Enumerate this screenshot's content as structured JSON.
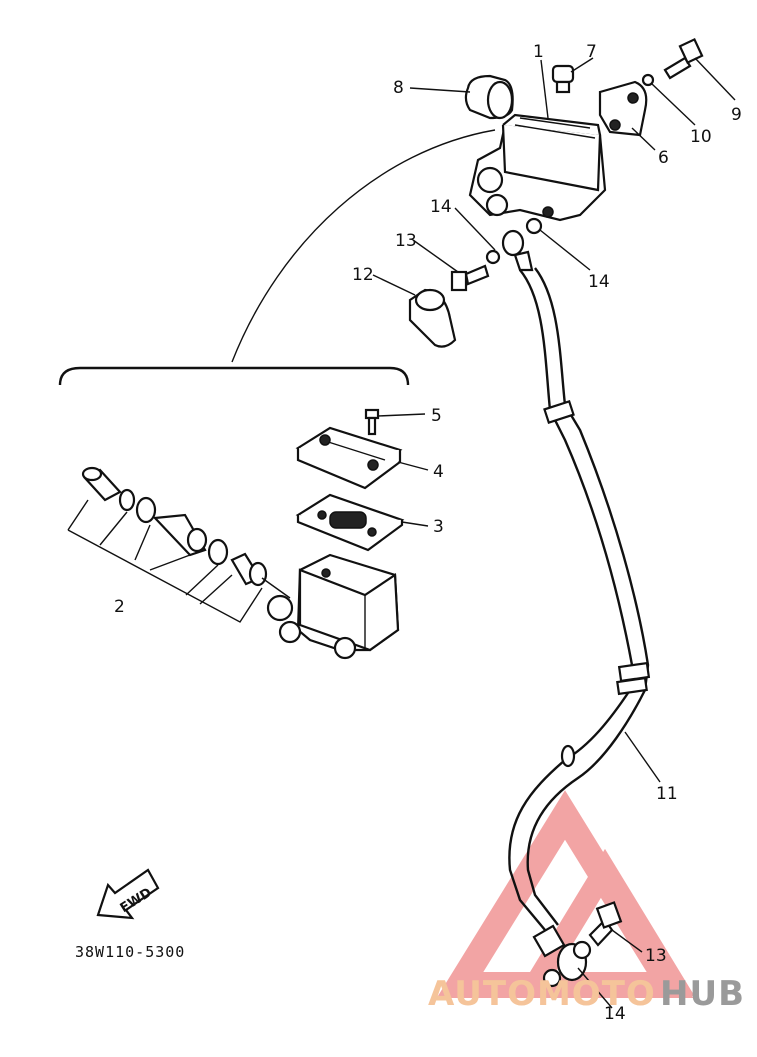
{
  "diagram": {
    "part_code": "38W110-5300",
    "fwd_label": "FWD",
    "callouts": [
      "1",
      "2",
      "3",
      "4",
      "5",
      "6",
      "7",
      "8",
      "9",
      "10",
      "11",
      "12",
      "13",
      "14"
    ],
    "callout_13_lower": "13",
    "callout_14_mid": "14",
    "callout_14_left": "14",
    "callout_14_lower": "14"
  },
  "watermark": {
    "part1": "AUTOMOTO",
    "part2": "HUB",
    "colors": {
      "auto": "#f5c49a",
      "hub": "#9a9a9a",
      "triangle": "#e85a5a"
    }
  }
}
